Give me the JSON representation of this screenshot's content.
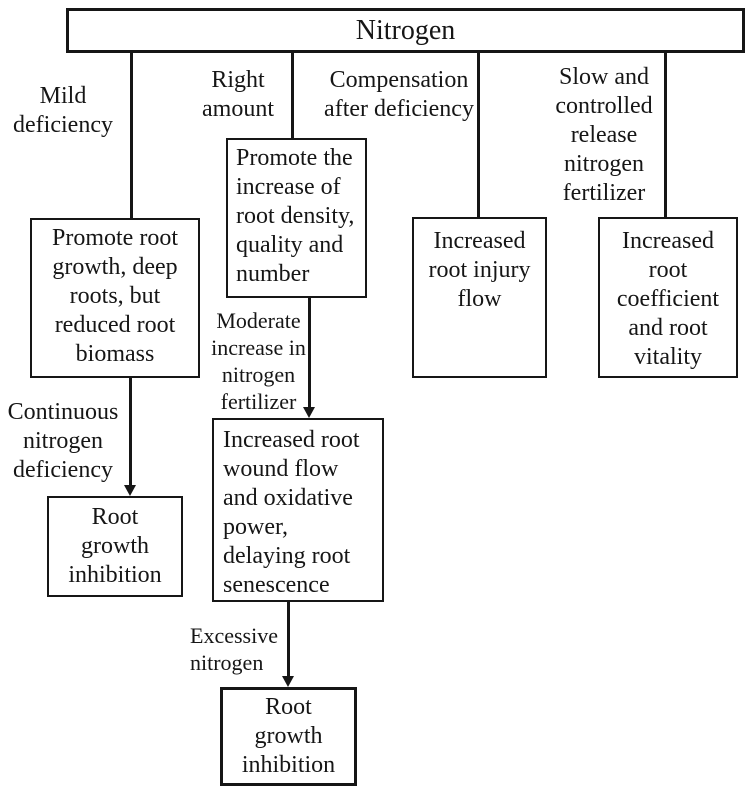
{
  "diagram": {
    "title": "Nitrogen",
    "colors": {
      "ink": "#161616",
      "background": "#ffffff"
    },
    "branch_labels": {
      "mild_deficiency": "Mild\ndeficiency",
      "right_amount": "Right\namount",
      "compensation": "Compensation\nafter deficiency",
      "slow_release": "Slow and\ncontrolled\nrelease\nnitrogen\nfertilizer"
    },
    "boxes": {
      "promote_root_growth": "Promote root\ngrowth, deep\nroots, but\nreduced root\nbiomass",
      "promote_increase": "Promote the\nincrease of\nroot density,\nquality and\nnumber",
      "increased_injury_flow": "Increased\nroot injury\nflow",
      "increased_coefficient": "Increased\nroot\ncoefficient\nand root\nvitality",
      "root_growth_inhibition_left": "Root\ngrowth\ninhibition",
      "increased_wound_flow": "Increased root\nwound flow\nand oxidative\npower,\ndelaying root\nsenescence",
      "root_growth_inhibition_bottom": "Root\ngrowth\ninhibition"
    },
    "edge_labels": {
      "continuous_deficiency": "Continuous\nnitrogen\ndeficiency",
      "moderate_increase": "Moderate\nincrease in\nnitrogen\nfertilizer",
      "excessive_nitrogen": "Excessive\nnitrogen"
    }
  }
}
